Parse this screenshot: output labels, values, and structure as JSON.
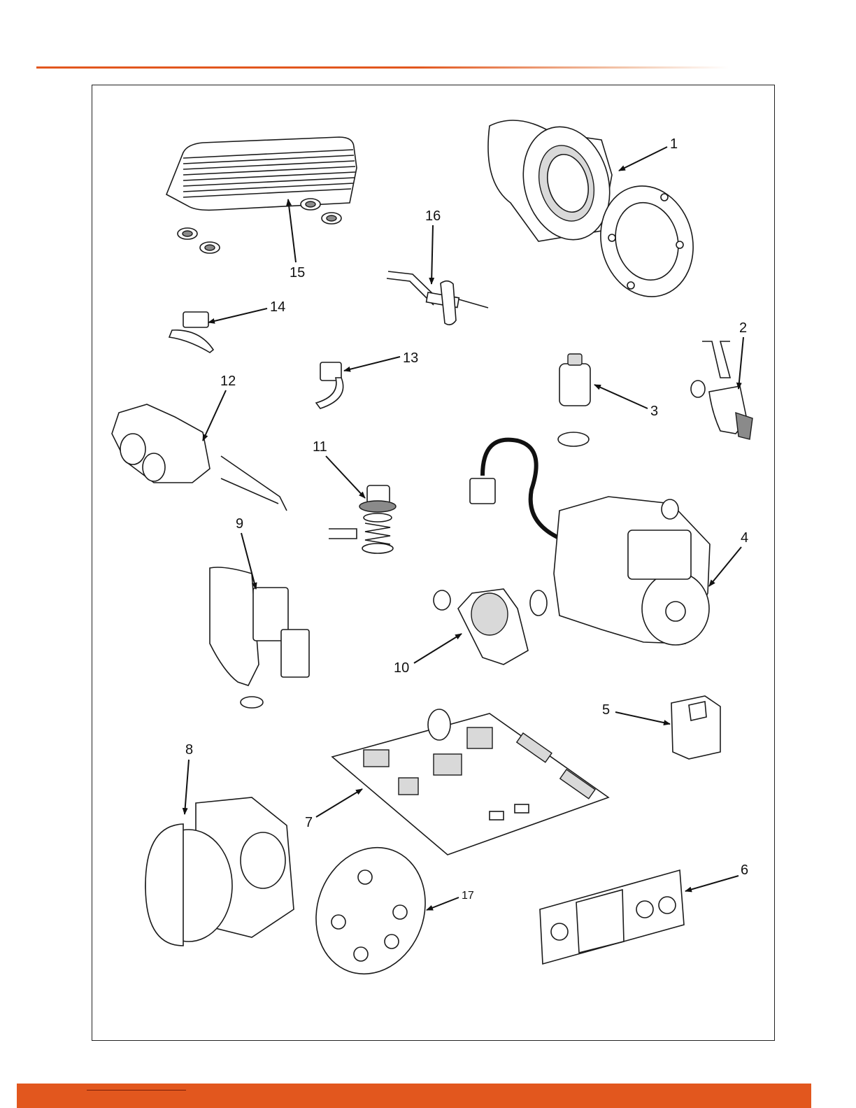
{
  "diagram": {
    "callouts": [
      {
        "id": "1",
        "text": "1"
      },
      {
        "id": "2",
        "text": "2"
      },
      {
        "id": "3",
        "text": "3"
      },
      {
        "id": "4",
        "text": "4"
      },
      {
        "id": "5",
        "text": "5"
      },
      {
        "id": "6",
        "text": "6"
      },
      {
        "id": "7",
        "text": "7"
      },
      {
        "id": "8",
        "text": "8"
      },
      {
        "id": "9",
        "text": "9"
      },
      {
        "id": "10",
        "text": "10"
      },
      {
        "id": "11",
        "text": "11"
      },
      {
        "id": "12",
        "text": "12"
      },
      {
        "id": "13",
        "text": "13"
      },
      {
        "id": "14",
        "text": "14"
      },
      {
        "id": "15",
        "text": "15"
      },
      {
        "id": "16",
        "text": "16"
      },
      {
        "id": "17",
        "text": "17"
      }
    ],
    "colors": {
      "accent": "#e2571e",
      "line": "#1a1a1a"
    }
  }
}
